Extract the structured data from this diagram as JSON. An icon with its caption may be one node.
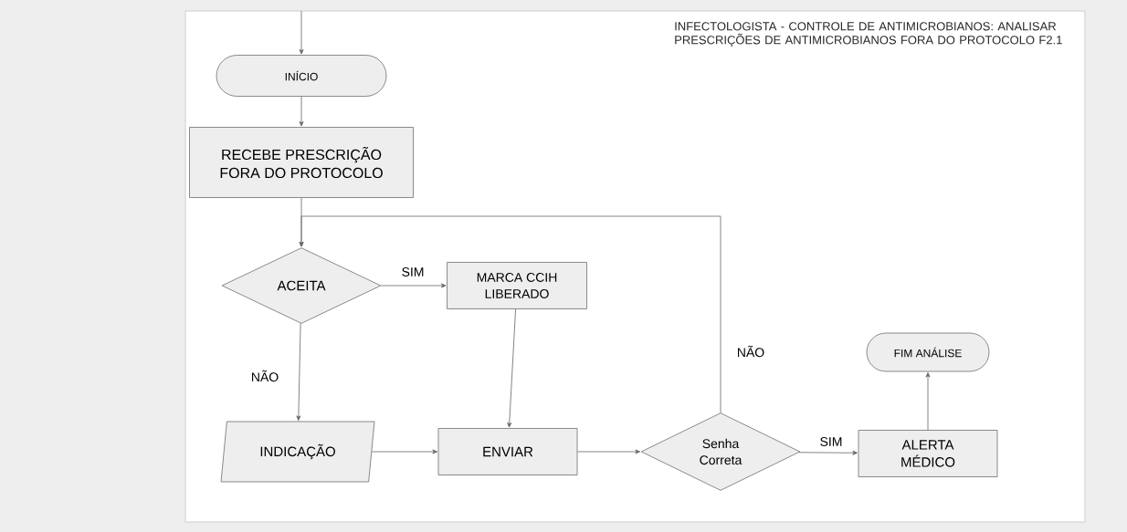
{
  "diagram": {
    "title": "INFECTOLOGISTA - CONTROLE DE ANTIMICROBIANOS: ANALISAR PRESCRIÇÕES DE ANTIMICROBIANOS FORA DO PROTOCOLO F2.1",
    "nodes": [
      {
        "text": [
          "INÍCIO"
        ]
      },
      {
        "text": [
          "RECEBE PRESCRIÇÃO FORA DO PROTOCOLO"
        ]
      },
      {
        "text": [
          "ACEITA"
        ]
      },
      {
        "text": [
          "MARCA CCIH LIBERADO"
        ]
      },
      {
        "text": [
          "INDICAÇÃO"
        ]
      },
      {
        "text": [
          "ENVIAR"
        ]
      },
      {
        "text": [
          "Senha Correta"
        ]
      },
      {
        "text": [
          "ALERTA MÉDICO"
        ]
      },
      {
        "text": [
          "FIM ANÁLISE"
        ]
      }
    ],
    "edges": [
      {
        "from": null,
        "to": 0,
        "arrow": "to"
      },
      {
        "from": 0,
        "to": 1,
        "arrow": "to"
      },
      {
        "from": 1,
        "to": 2,
        "arrow": "to"
      },
      {
        "from": 2,
        "to": 3,
        "arrow": "to",
        "label": "SIM"
      },
      {
        "from": 2,
        "to": 4,
        "arrow": "to",
        "label": "NÃO"
      },
      {
        "from": 3,
        "to": 5,
        "arrow": "to"
      },
      {
        "from": 4,
        "to": 5,
        "arrow": "to"
      },
      {
        "from": 5,
        "to": 6,
        "arrow": "to"
      },
      {
        "from": 6,
        "to": 7,
        "arrow": "to",
        "label": "SIM"
      },
      {
        "from": 7,
        "to": 8,
        "arrow": "to"
      },
      {
        "from": 6,
        "to": 2,
        "arrow": "to",
        "label": "NÃO"
      }
    ]
  }
}
